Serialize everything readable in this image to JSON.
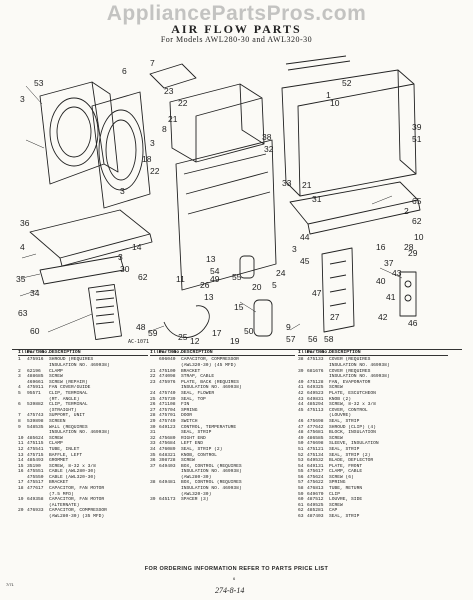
{
  "watermark": "AppliancePartsPros.com",
  "title": "AIR FLOW PARTS",
  "subtitle": "For Models AWL280-30 and AWL320-30",
  "diagram_code": "AC-1071",
  "callouts": [
    "7",
    "6",
    "23",
    "22",
    "53",
    "3",
    "21",
    "8",
    "3",
    "18",
    "22",
    "3",
    "52",
    "1",
    "10",
    "38",
    "32",
    "39",
    "51",
    "33",
    "21",
    "65",
    "31",
    "2",
    "62",
    "10",
    "28",
    "36",
    "4",
    "14",
    "3",
    "30",
    "62",
    "11",
    "29",
    "44",
    "3",
    "45",
    "13",
    "54",
    "24",
    "35",
    "5",
    "26",
    "13",
    "15",
    "16",
    "37",
    "40",
    "41",
    "47",
    "42",
    "49",
    "34",
    "9",
    "48",
    "17",
    "63",
    "60",
    "59",
    "56",
    "57",
    "58",
    "12",
    "43",
    "46",
    "50",
    "27",
    "19",
    "20",
    "25",
    "55"
  ],
  "header": {
    "ill": "Illus. No.",
    "part": "Part No.",
    "desc": "DESCRIPTION"
  },
  "col1": [
    [
      "1",
      "475916",
      "SHROUD (REQUIRES"
    ],
    [
      "",
      "",
      "INSULATION NO. 469938)"
    ],
    [
      "2",
      "62196",
      "CLAMP"
    ],
    [
      "3",
      "488685",
      "SCREW"
    ],
    [
      "",
      "469661",
      "SCREW (REPAIR)"
    ],
    [
      "4",
      "475911",
      "FAN COVER/GUIDE"
    ],
    [
      "5",
      "95571",
      "CLIP, TERMINAL"
    ],
    [
      "",
      "",
      "(RT. ANGLE)"
    ],
    [
      "6",
      "539882",
      "CLIP, TERMINAL"
    ],
    [
      "",
      "",
      "(STRAIGHT)"
    ],
    [
      "7",
      "475743",
      "SUPPORT, UNIT"
    ],
    [
      "8",
      "539898",
      "SCREEN"
    ],
    [
      "9",
      "548535",
      "WALL (REQUIRES"
    ],
    [
      "",
      "",
      "INSULATION NO. 469938)"
    ],
    [
      "10",
      "485624",
      "SCREW"
    ],
    [
      "11",
      "475115",
      "CLAMP"
    ],
    [
      "12",
      "475541",
      "TUBE, INLET"
    ],
    [
      "13",
      "475715",
      "BAFFLE, LEFT"
    ],
    [
      "14",
      "485493",
      "GROMMET"
    ],
    [
      "15",
      "35190",
      "SCREW, 8-32 x 3/8"
    ],
    [
      "16",
      "475551",
      "CABLE (AWL280-30)"
    ],
    [
      "",
      "475550",
      "CABLE (AWL320-30)"
    ],
    [
      "17",
      "475517",
      "BRACKET"
    ],
    [
      "18",
      "477617",
      "CAPACITOR, FAN MOTOR"
    ],
    [
      "",
      "",
      "(7.5 MFD)"
    ],
    [
      "19",
      "649358",
      "CAPACITOR, FAN MOTOR"
    ],
    [
      "",
      "",
      "(ALTERNATE)"
    ],
    [
      "20",
      "476933",
      "CAPACITOR, COMPRESSOR"
    ],
    [
      "",
      "",
      "(AWL280-30) (35 MFD)"
    ]
  ],
  "col2": [
    [
      "",
      "696040",
      "CAPACITOR, COMPRESSOR"
    ],
    [
      "",
      "",
      "(AWL320-30) (45 MFD)"
    ],
    [
      "21",
      "475100",
      "BRACKET"
    ],
    [
      "22",
      "474098",
      "STRAP, CABLE"
    ],
    [
      "23",
      "475976",
      "PLATE, BACK (REQUIRES"
    ],
    [
      "",
      "",
      "INSULATION NO. 469938)"
    ],
    [
      "24",
      "475740",
      "SEAL, FLOWER"
    ],
    [
      "25",
      "475739",
      "SEAL, TOP"
    ],
    [
      "26",
      "471108",
      "FIN"
    ],
    [
      "27",
      "475704",
      "SPRING"
    ],
    [
      "28",
      "475701",
      "DOOR"
    ],
    [
      "29",
      "475749",
      "SWITCH"
    ],
    [
      "30",
      "649123",
      "CONTROL, TEMPERATURE"
    ],
    [
      "31",
      "",
      "SEAL, STRIP"
    ],
    [
      "32",
      "475680",
      "RIGHT END"
    ],
    [
      "33",
      "475684",
      "LEFT END"
    ],
    [
      "34",
      "476089",
      "SEAL, STRIP (2)"
    ],
    [
      "35",
      "648321",
      "KNOB, CONTROL"
    ],
    [
      "36",
      "398728",
      "SCREW"
    ],
    [
      "37",
      "649403",
      "BOX, CONTROL (REQUIRES"
    ],
    [
      "",
      "",
      "INSULATION NO. 469938)"
    ],
    [
      "",
      "",
      "(AWL280-30)"
    ],
    [
      "38",
      "649481",
      "BOX, CONTROL (REQUIRES"
    ],
    [
      "",
      "",
      "INSULATION NO. 469938)"
    ],
    [
      "",
      "",
      "(AWL320-30)"
    ],
    [
      "39",
      "645173",
      "SPACER (3)"
    ]
  ],
  "col3": [
    [
      "38",
      "475133",
      "COVER (REQUIRES"
    ],
    [
      "",
      "",
      "INSULATION NO. 469938)"
    ],
    [
      "39",
      "681676",
      "COVER (REQUIRES"
    ],
    [
      "",
      "",
      "INSULATION NO. 469938)"
    ],
    [
      "40",
      "475128",
      "FAN, EVAPORATOR"
    ],
    [
      "41",
      "649325",
      "SCREW"
    ],
    [
      "42",
      "649523",
      "PLATE, ESCUTCHEON"
    ],
    [
      "43",
      "649831",
      "KNOB (2)"
    ],
    [
      "44",
      "485294",
      "SCREW, 8-32 x 3/8"
    ],
    [
      "45",
      "475113",
      "COVER, CONTROL"
    ],
    [
      "",
      "",
      "(LOUVRE)"
    ],
    [
      "46",
      "475698",
      "SEAL, STRIP"
    ],
    [
      "47",
      "477642",
      "SHROUD (CLIP) (4)"
    ],
    [
      "48",
      "475681",
      "BLOCK, INSULATION"
    ],
    [
      "49",
      "486585",
      "SCREW"
    ],
    [
      "50",
      "476698",
      "SLEEVE, INSULATION"
    ],
    [
      "51",
      "475121",
      "SEAL, STRIP"
    ],
    [
      "52",
      "475134",
      "SEAL, STRIP (2)"
    ],
    [
      "53",
      "649532",
      "BLADE, DEFLECTOR"
    ],
    [
      "54",
      "649131",
      "PLATE, FRONT"
    ],
    [
      "55",
      "475617",
      "CLAMP, CABLE"
    ],
    [
      "56",
      "475624",
      "SCREW (6)"
    ],
    [
      "57",
      "475622",
      "SPRING"
    ],
    [
      "58",
      "476813",
      "TUBE, RETURN"
    ],
    [
      "59",
      "649670",
      "CLIP"
    ],
    [
      "60",
      "487512",
      "LOUVRE, SIDE"
    ],
    [
      "61",
      "649525",
      "SCREW"
    ],
    [
      "62",
      "485281",
      "CAP"
    ],
    [
      "63",
      "487403",
      "SEAL, STRIP"
    ]
  ],
  "footer": "FOR ORDERING INFORMATION REFER TO PARTS PRICE LIST",
  "page_number": "6",
  "handwritten_code": "274-8-14",
  "corner_mark": "7/71"
}
